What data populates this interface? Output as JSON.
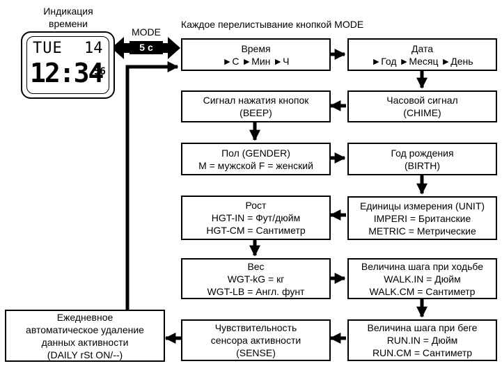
{
  "watch": {
    "caption_line1": "Индикация",
    "caption_line2": "времени",
    "display_top_day": "TUE",
    "display_top_date": "14",
    "display_time": "12:34",
    "display_seconds": "56"
  },
  "header": {
    "title": "Каждое перелистывание кнопкой MODE"
  },
  "mode_button": {
    "label": "MODE",
    "hold_time": "5 с"
  },
  "steps": {
    "time": {
      "line1": "Время",
      "line2": "►С ►Мин ►Ч"
    },
    "date": {
      "line1": "Дата",
      "line2": "►Год ►Месяц ►День"
    },
    "beep": {
      "line1": "Сигнал нажатия кнопок",
      "line2": "(BEEP)"
    },
    "chime": {
      "line1": "Часовой сигнал",
      "line2": "(CHIME)"
    },
    "gender": {
      "line1": "Пол (GENDER)",
      "line2": "M = мужской F = женский"
    },
    "birth": {
      "line1": "Год рождения",
      "line2": "(BIRTH)"
    },
    "height": {
      "line1": "Рост",
      "line2": "HGT-IN = Фут/дюйм",
      "line3": "HGT-CM = Сантиметр"
    },
    "unit": {
      "line1": "Единицы измерения (UNIT)",
      "line2": "IMPERI = Британские",
      "line3": "METRIC = Метрические"
    },
    "weight": {
      "line1": "Вес",
      "line2": "WGT-kG = кг",
      "line3": "WGT-LB = Англ. фунт"
    },
    "walk": {
      "line1": "Величина шага при ходьбе",
      "line2": "WALK.IN = Дюйм",
      "line3": "WALK.CM = Сантиметр"
    },
    "sense": {
      "line1": "Чувствительность",
      "line2": "сенсора активности",
      "line3": "(SENSE)"
    },
    "run": {
      "line1": "Величина шага при беге",
      "line2": "RUN.IN = Дюйм",
      "line3": "RUN.CM = Сантиметр"
    },
    "daily": {
      "line1": "Ежедневное",
      "line2": "автоматическое удаление",
      "line3": "данных активности",
      "line4": "(DAILY rSt ON/--)"
    }
  }
}
